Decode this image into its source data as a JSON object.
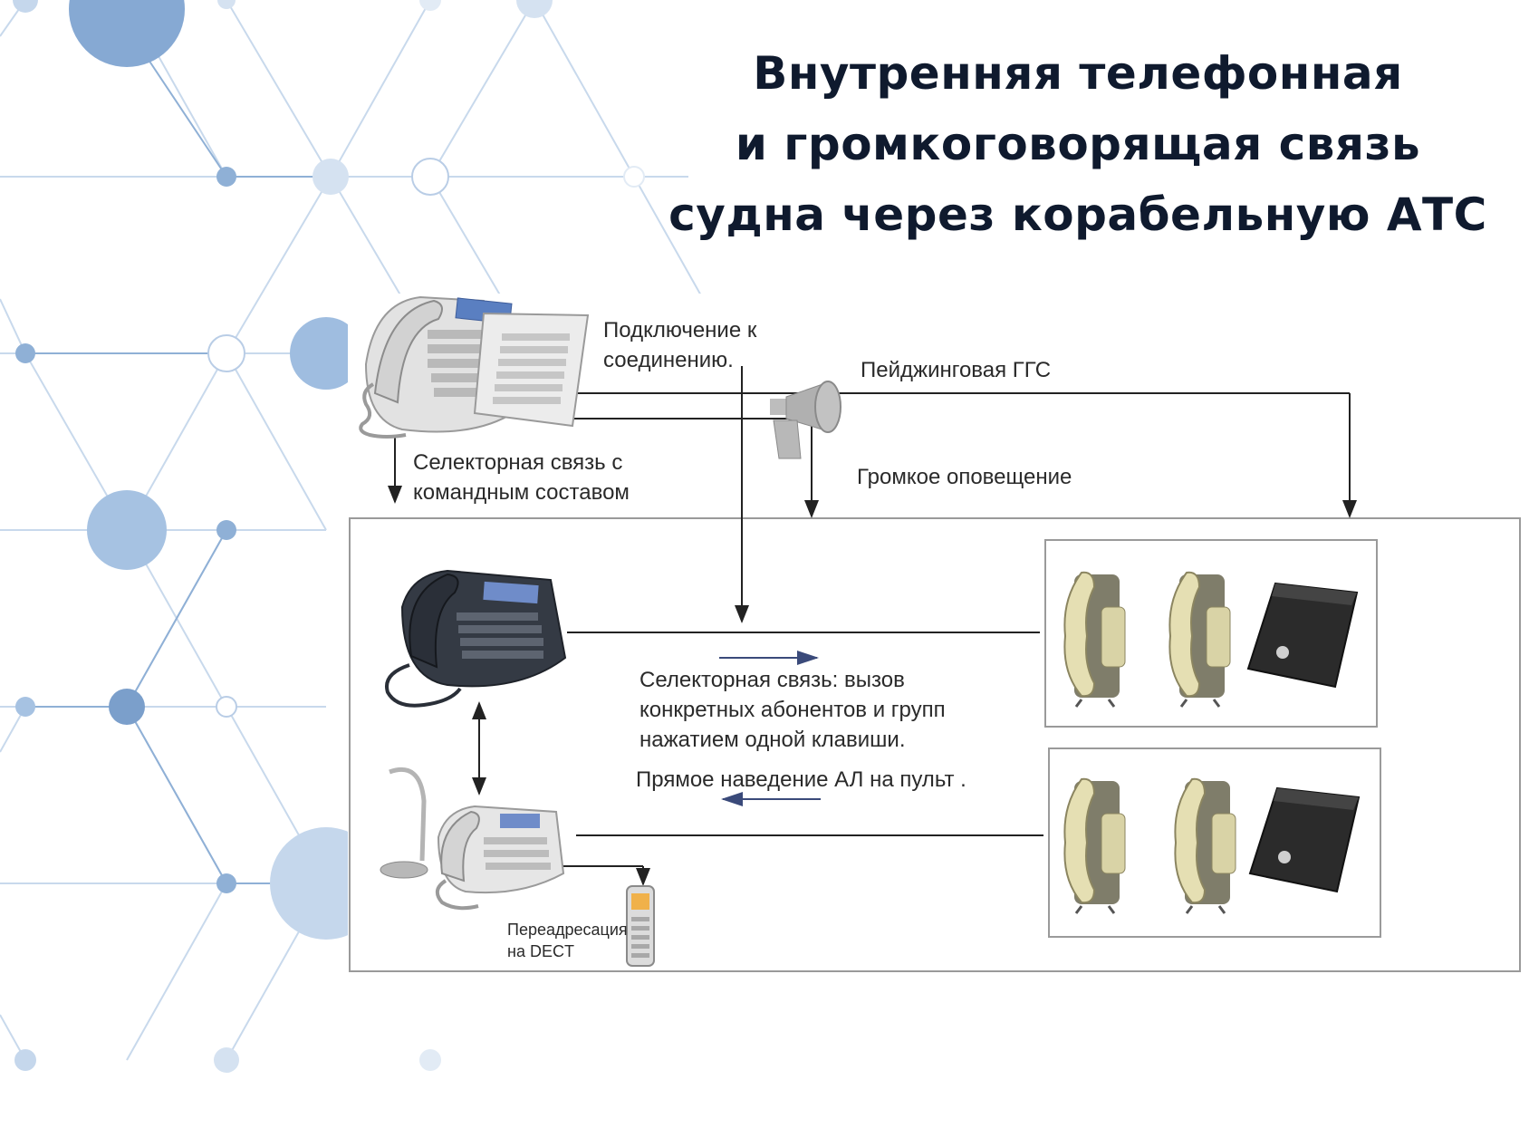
{
  "title": {
    "line1": "Внутренняя телефонная",
    "line2": "и громкоговорящая связь",
    "line3": "судна через корабельную АТС"
  },
  "labels": {
    "connect_line1": "Подключение к",
    "connect_line2": "соединению.",
    "paging": "Пейджинговая ГГС",
    "selector_line1": "Селекторная связь с",
    "selector_line2": "командным составом",
    "loud": "Громкое оповещение",
    "call_line1": "Селекторная связь: вызов",
    "call_line2": "конкретных абонентов и групп",
    "call_line3": "нажатием одной клавиши.",
    "direct": "Прямое наведение АЛ на пульт .",
    "dect_line1": "Переадресация",
    "dect_line2": "на DECT"
  },
  "colors": {
    "title": "#0f1a2e",
    "network_dark": "#8fb0d6",
    "network_light": "#c8d9ec",
    "arrow_blue": "#3a4a7a",
    "frame": "#9a9a9a",
    "handset_dark": "#2a2f38",
    "handset_light": "#e4e4e4",
    "wall_phone": "#e5dfb3",
    "box_dark": "#2b2b2b"
  },
  "icons": [
    "system-phone-icon",
    "horn-speaker-icon",
    "dark-phone-icon",
    "console-phone-icon",
    "gooseneck-mic-icon",
    "dect-handset-icon",
    "wall-phone-icon",
    "black-box-icon"
  ]
}
